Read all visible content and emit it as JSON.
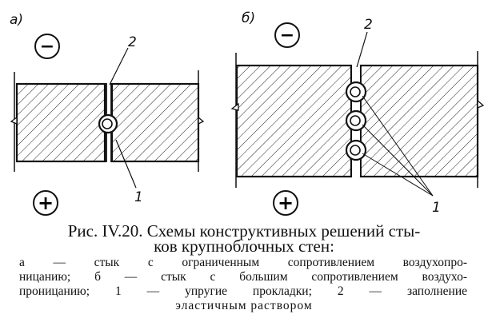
{
  "figure": {
    "panel_a_label": "а)",
    "panel_b_label": "б)",
    "minus_sign": "−",
    "plus_sign": "+",
    "callout_2": "2",
    "callout_1": "1"
  },
  "caption": {
    "title_line1": "Рис. IV.20. Схемы конструктивных решений сты-",
    "title_line2": "ков крупноблочных стен:",
    "legend_line1": "а — стык с ограниченным сопротивлением воздухопро-",
    "legend_line2": "ницанию; б — стык с большим сопротивлением воздухо-",
    "legend_line3": "проницанию; 1 — упругие прокладки; 2 — заполнение",
    "legend_line4": "эластичным раствором"
  }
}
